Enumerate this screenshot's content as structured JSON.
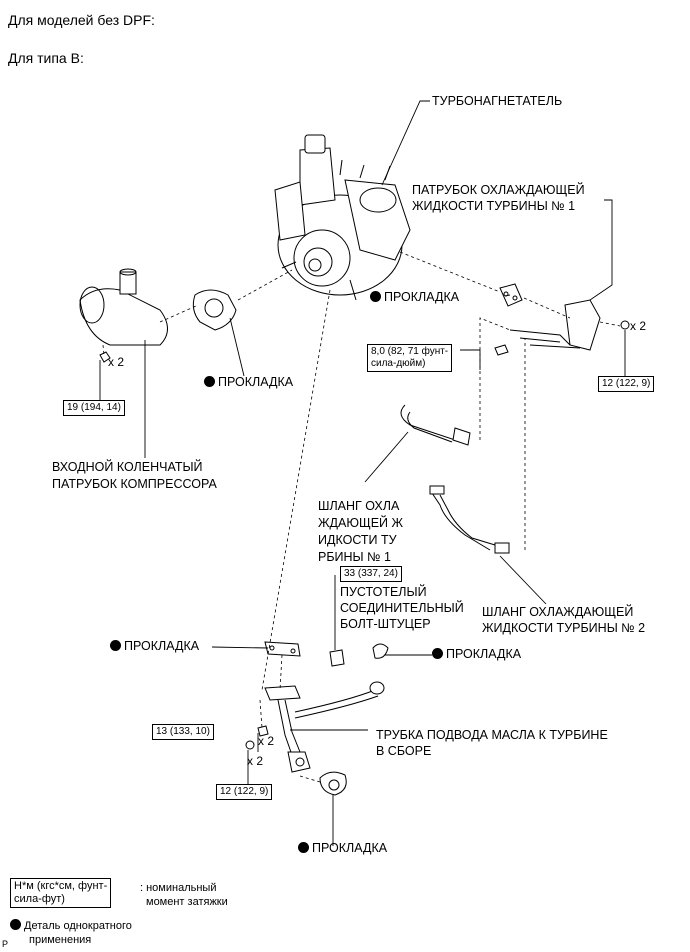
{
  "headings": {
    "models": "Для моделей без DPF:",
    "type": "Для типа В:"
  },
  "labels": {
    "turbocharger": "ТУРБОНАГНЕТАТЕЛЬ",
    "coolant_pipe_line1": "ПАТРУБОК ОХЛАЖДАЮЩЕЙ",
    "coolant_pipe_line2": "ЖИДКОСТИ ТУРБИНЫ № 1",
    "gasket": "ПРОКЛАДКА",
    "inlet_elbow_line1": "ВХОДНОЙ КОЛЕНЧАТЫЙ",
    "inlet_elbow_line2": "ПАТРУБОК КОМПРЕССОРА",
    "hose1_line1": "ШЛАНГ ОХЛА",
    "hose1_line2": "ЖДАЮЩЕЙ Ж",
    "hose1_line3": "ИДКОСТИ ТУ",
    "hose1_line4": "РБИНЫ № 1",
    "union_bolt_line1": "ПУСТОТЕЛЫЙ",
    "union_bolt_line2": "СОЕДИНИТЕЛЬНЫЙ",
    "union_bolt_line3": "БОЛТ-ШТУЦЕР",
    "hose2_line1": "ШЛАНГ ОХЛАЖДАЮЩЕЙ",
    "hose2_line2": "ЖИДКОСТИ ТУРБИНЫ № 2",
    "oil_pipe_line1": "ТРУБКА ПОДВОДА МАСЛА К ТУРБИНЕ",
    "oil_pipe_line2": "В СБОРЕ"
  },
  "torques": {
    "t8_line1": "8,0 (82, 71 фунт-",
    "t8_line2": "сила-дюйм)",
    "t12_right": "12 (122, 9)",
    "t19": "19 (194, 14)",
    "t33": "33 (337, 24)",
    "t13": "13 (133, 10)",
    "t12_bottom": "12 (122, 9)"
  },
  "multipliers": {
    "x2": "x 2"
  },
  "legend": {
    "unit_line1": "Н*м (кгс*см, фунт-",
    "unit_line2": "сила-фут)",
    "nominal_line1": ": номинальный",
    "nominal_line2": "момент затяжки",
    "single_use_line1": "Деталь однократного",
    "single_use_line2": "применения"
  },
  "corner_mark": "P"
}
